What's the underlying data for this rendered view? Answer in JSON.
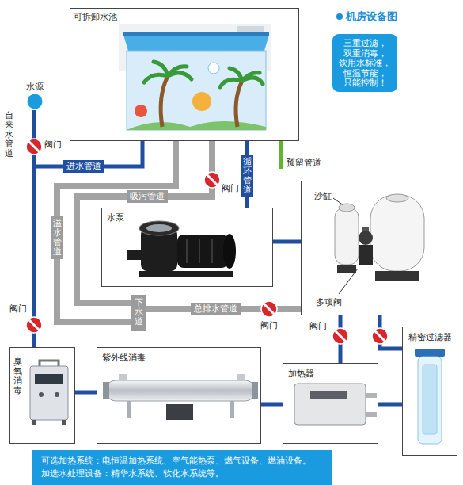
{
  "diagram": {
    "title": "机房设备图",
    "nodes": [
      {
        "text": [
          "可拆卸水池"
        ]
      },
      {
        "text": [
          "三重过滤， 双重消毒， 饮用水标准， 恒温节能， 只能控制！"
        ]
      },
      {
        "text": [
          "水源"
        ]
      },
      {
        "text": [
          "水泵"
        ]
      },
      {
        "text": [
          "沙缸",
          "多项阀"
        ]
      },
      {
        "text": [
          "下水道"
        ]
      },
      {
        "text": [
          "臭氧消毒"
        ]
      },
      {
        "text": [
          "紫外线消毒"
        ]
      },
      {
        "text": [
          "加热器"
        ]
      },
      {
        "text": [
          "精密过滤器"
        ]
      },
      {
        "text": [
          "可选加热系统：电恒温加热系统、空气能热泵、燃气设备、燃油设备。",
          "加选水处理设备：精华水系统、软化水系统等。"
        ]
      }
    ],
    "edges": [
      {
        "from": 2,
        "to": 0,
        "label": "进水管道",
        "arrow": "none"
      },
      {
        "from": 2,
        "to": 6,
        "arrow": "none"
      },
      {
        "from": 0,
        "to": 3,
        "label": "循环管道",
        "arrow": "none"
      },
      {
        "from": 0,
        "to": 5,
        "label": "吸污管道",
        "arrow": "none"
      },
      {
        "from": 0,
        "to": 5,
        "label": "溢水管道",
        "arrow": "none"
      },
      {
        "from": 3,
        "to": 4,
        "arrow": "none"
      },
      {
        "from": 4,
        "to": 5,
        "label": "总排水管道",
        "arrow": "none"
      },
      {
        "from": 4,
        "to": 8,
        "arrow": "none"
      },
      {
        "from": 4,
        "to": 9,
        "arrow": "none"
      },
      {
        "from": 6,
        "to": 7,
        "arrow": "none"
      },
      {
        "from": 7,
        "to": 8,
        "arrow": "none"
      },
      {
        "from": 8,
        "to": 9,
        "arrow": "none"
      }
    ],
    "labels": [
      "自来水管道",
      "阀门",
      "阀门",
      "预留管道",
      "阀门",
      "阀门",
      "阀门"
    ]
  }
}
